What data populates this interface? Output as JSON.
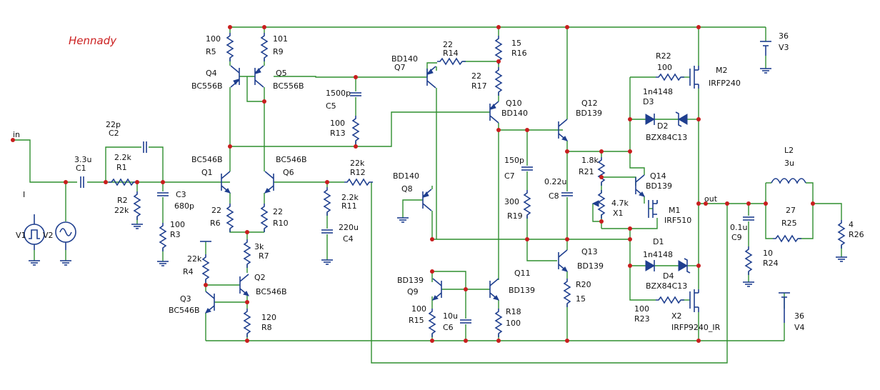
{
  "title": "Hennady",
  "ports": {
    "in": "in",
    "out": "out",
    "i": "I"
  },
  "components": {
    "V1": "V1",
    "V2": "V2",
    "V3": "V3",
    "V3_val": "36",
    "V4": "V4",
    "V4_val": "36",
    "C1": "C1",
    "C1_val": "3.3u",
    "C2": "C2",
    "C2_val": "22p",
    "R1": "R1",
    "R1_val": "2.2k",
    "R2": "R2",
    "R2_val": "22k",
    "C3": "C3",
    "C3_val": "680p",
    "R3": "R3",
    "R3_val": "100",
    "R5": "R5",
    "R5_val": "100",
    "R9": "R9",
    "R9_val": "101",
    "Q4": "Q4",
    "Q4_val": "BC556B",
    "Q5": "Q5",
    "Q5_val": "BC556B",
    "Q1": "Q1",
    "Q1_val": "BC546B",
    "Q6": "Q6",
    "Q6_val": "BC546B",
    "R6": "R6",
    "R6_val": "22",
    "R10": "R10",
    "R10_val": "22",
    "R7": "R7",
    "R7_val": "3k",
    "R4": "R4",
    "R4_val": "22k",
    "Q2": "Q2",
    "Q2_val": "BC546B",
    "Q3": "Q3",
    "Q3_val": "BC546B",
    "R8": "R8",
    "R8_val": "120",
    "R12": "R12",
    "R12_val": "22k",
    "R11": "R11",
    "R11_val": "2.2k",
    "C4": "C4",
    "C4_val": "220u",
    "C5": "C5",
    "C5_val": "1500p",
    "R13": "R13",
    "R13_val": "100",
    "Q7": "Q7",
    "Q7_val": "BD140",
    "R14": "R14",
    "R14_val": "22",
    "R16": "R16",
    "R16_val": "15",
    "R17": "R17",
    "R17_val": "22",
    "Q10": "Q10",
    "Q10_val": "BD140",
    "Q8": "Q8",
    "Q8_val": "BD140",
    "C7": "C7",
    "C7_val": "150p",
    "R19": "R19",
    "R19_val": "300",
    "C8": "C8",
    "C8_val": "0.22u",
    "Q9": "Q9",
    "Q9_val": "BD139",
    "Q11": "Q11",
    "Q11_val": "BD139",
    "R15": "R15",
    "R15_val": "100",
    "C6": "C6",
    "C6_val": "10u",
    "R18": "R18",
    "R18_val": "100",
    "Q12": "Q12",
    "Q12_val": "BD139",
    "Q13": "Q13",
    "Q13_val": "BD139",
    "R20": "R20",
    "R20_val": "15",
    "R21": "R21",
    "R21_val": "1.8k",
    "Q14": "Q14",
    "Q14_val": "BD139",
    "X1": "X1",
    "X1_val": "4.7k",
    "M1": "M1",
    "M1_val": "IRF510",
    "D1": "D1",
    "D1_val": "1n4148",
    "D3": "D3",
    "D3_val": "1n4148",
    "D2": "D2",
    "D2_val": "BZX84C13",
    "D4": "D4",
    "D4_val": "BZX84C13",
    "R22": "R22",
    "R22_val": "100",
    "M2": "M2",
    "M2_val": "IRFP240",
    "R23": "R23",
    "R23_val": "100",
    "X2": "X2",
    "X2_val": "IRFP9240_IR",
    "C9": "C9",
    "C9_val": "0.1u",
    "R24": "R24",
    "R24_val": "10",
    "L2": "L2",
    "L2_val": "3u",
    "R25": "R25",
    "R25_val": "27",
    "R26": "R26",
    "R26_val": "4"
  }
}
